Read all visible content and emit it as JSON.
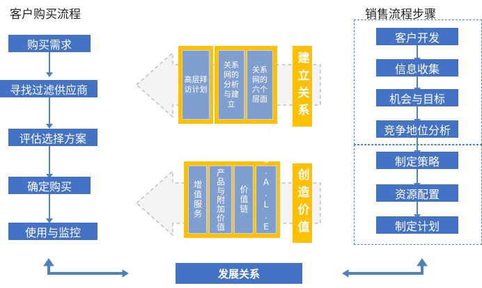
{
  "left": {
    "title": "客户购买流程",
    "steps": [
      "购买需求",
      "寻找过滤供应商",
      "评估选择方案",
      "确定购买",
      "使用与监控"
    ]
  },
  "right": {
    "title": "销售流程步骤",
    "group1": [
      "客户开发",
      "信息收集",
      "机会与目标",
      "竞争地位分析"
    ],
    "group2": [
      "制定策略",
      "资源配置",
      "制定计划"
    ]
  },
  "top_panel": {
    "cells": [
      "高层拜访计划",
      "关系网的分析与建立",
      "关系网的六个层面"
    ],
    "side_label": "建立关系"
  },
  "bottom_panel": {
    "cells": [
      "增值服务",
      "产品与附加价值",
      "价值链",
      "S.A.L.E."
    ],
    "side_label": "创造价值"
  },
  "footer": {
    "label": "发展关系"
  },
  "colors": {
    "blue": "#4472c4",
    "yellow": "#ffc000",
    "panel": "#7f9fd0",
    "line": "#4f81bd"
  }
}
